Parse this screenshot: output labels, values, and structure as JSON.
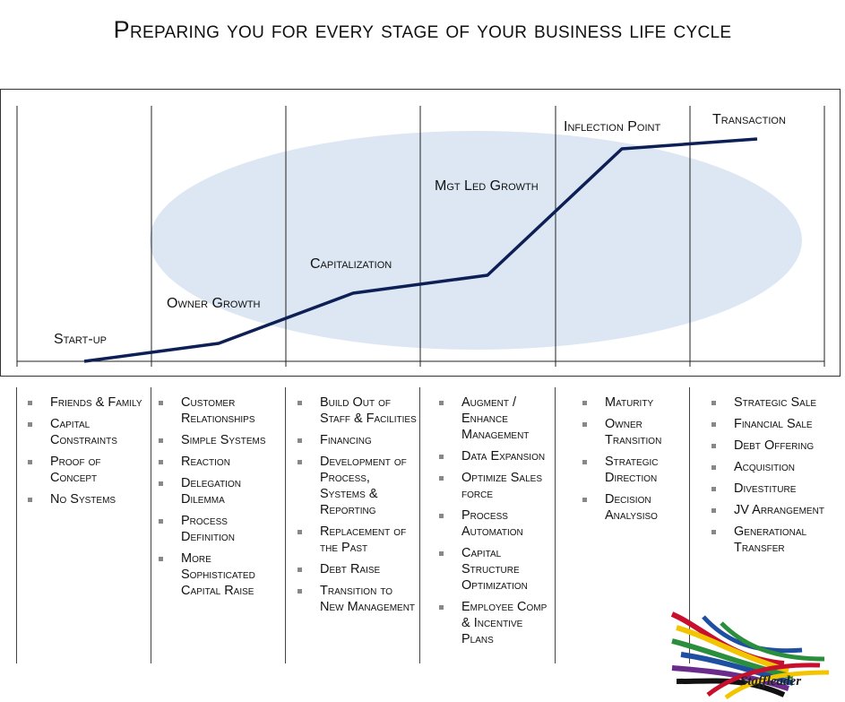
{
  "title": "Preparing you for every stage of your business life cycle",
  "stages": [
    {
      "label": "Start-up",
      "items": [
        "Friends & Family",
        "Capital Constraints",
        "Proof of Concept",
        "No Systems"
      ]
    },
    {
      "label": "Owner Growth",
      "items": [
        "Customer Relationships",
        "Simple Systems",
        "Reaction",
        "Delegation Dilemma",
        "Process Definition",
        "More Sophisticated Capital Raise"
      ]
    },
    {
      "label": "Capitalization",
      "items": [
        "Build Out of Staff & Facilities",
        "Financing",
        "Development of Process, Systems & Reporting",
        "Replacement of the Past",
        "Debt Raise",
        "Transition to New Management"
      ]
    },
    {
      "label": "Mgt Led Growth",
      "items": [
        "Augment / Enhance Management",
        "Data Expansion",
        "Optimize Sales force",
        "Process Automation",
        "Capital Structure Optimization",
        "Employee Comp & Incentive Plans"
      ]
    },
    {
      "label": "Inflection Point",
      "items": [
        "Maturity",
        "Owner Transition",
        "Strategic Direction",
        "Decision Analysiso"
      ]
    },
    {
      "label": "Transaction",
      "items": [
        "Strategic Sale",
        "Financial Sale",
        "Debt Offering",
        "Acquisition",
        "Divestiture",
        "JV Arrangement",
        "Generational Transfer"
      ]
    }
  ],
  "logo": {
    "text": "Staffleader"
  },
  "colors": {
    "curve": "#0d1f55",
    "ellipse": "#dce7f3",
    "accent_lines": [
      "#c8102e",
      "#f2c500",
      "#2a8f3c",
      "#1e4fa0",
      "#6a2c8a",
      "#111111"
    ]
  }
}
